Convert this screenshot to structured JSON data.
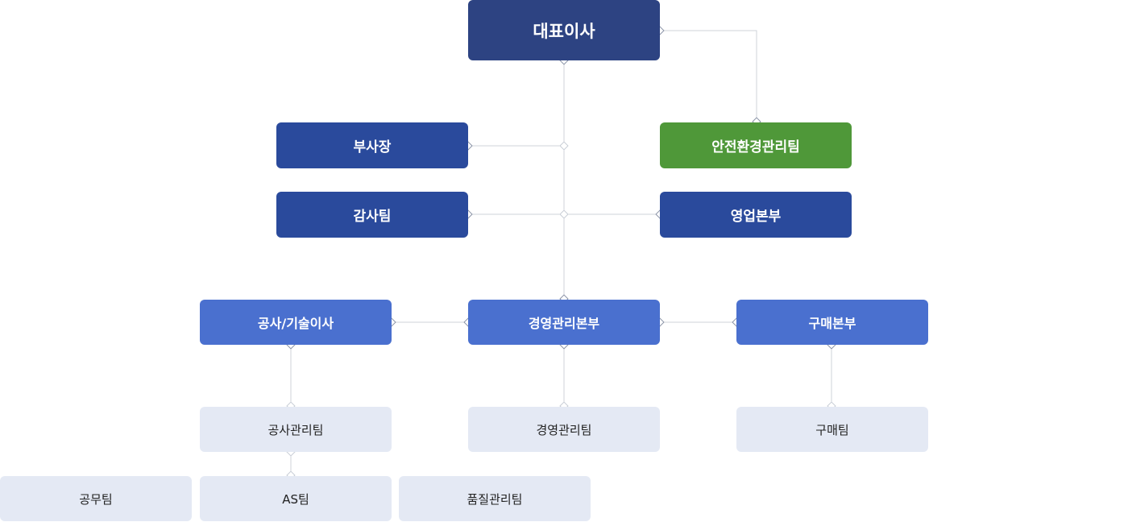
{
  "org": {
    "ceo": "대표이사",
    "vice_president": "부사장",
    "safety_team": "안전환경관리팀",
    "audit_team": "감사팀",
    "sales_division": "영업본부",
    "construction_director": "공사/기술이사",
    "management_division": "경영관리본부",
    "purchasing_division": "구매본부",
    "construction_mgmt_team": "공사관리팀",
    "management_team": "경영관리팀",
    "purchasing_team": "구매팀",
    "public_works_team": "공무팀",
    "as_team": "AS팀",
    "quality_team": "품질관리팀"
  },
  "colors": {
    "ceo": "#2d4382",
    "navy": "#2a4a9c",
    "green": "#4f9839",
    "mid_blue": "#4a70cf",
    "team": "#e4e9f4",
    "line": "#cfd3da"
  }
}
